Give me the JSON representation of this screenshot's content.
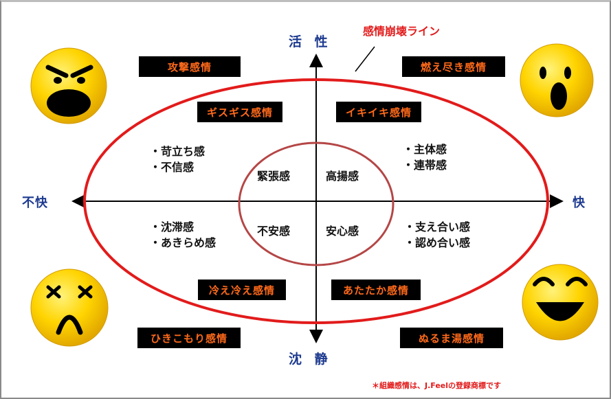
{
  "colors": {
    "accent_red": "#e21b1b",
    "axis_blue": "#1d3a8f",
    "box_text": "#ff6a1a",
    "box_bg": "#000000",
    "face_yellow": "#ffd400"
  },
  "axes": {
    "top": "活 性",
    "bottom": "沈 静",
    "left": "不快",
    "right": "快"
  },
  "ellipse_label": "感情崩壊ライン",
  "outer_boxes": {
    "top_left": "攻撃感情",
    "top_right": "燃え尽き感情",
    "bottom_left": "ひきこもり感情",
    "bottom_right": "ぬるま湯感情"
  },
  "inner_boxes": {
    "top_left": "ギスギス感情",
    "top_right": "イキイキ感情",
    "bottom_left": "冷え冷え感情",
    "bottom_right": "あたたか感情"
  },
  "lists": {
    "top_left": [
      "・苛立ち感",
      "・不信感"
    ],
    "top_right": [
      "・主体感",
      "・連帯感"
    ],
    "bottom_left": [
      "・沈滞感",
      "・あきらめ感"
    ],
    "bottom_right": [
      "・支え合い感",
      "・認め合い感"
    ]
  },
  "center": {
    "top_left": "緊張感",
    "top_right": "高揚感",
    "bottom_left": "不安感",
    "bottom_right": "安心感"
  },
  "faces": {
    "top_left": "angry-face-icon",
    "top_right": "shocked-face-icon",
    "bottom_left": "sad-face-icon",
    "bottom_right": "happy-face-icon"
  },
  "footnote": "＊組織感情は、J.Feelの登録商標です"
}
